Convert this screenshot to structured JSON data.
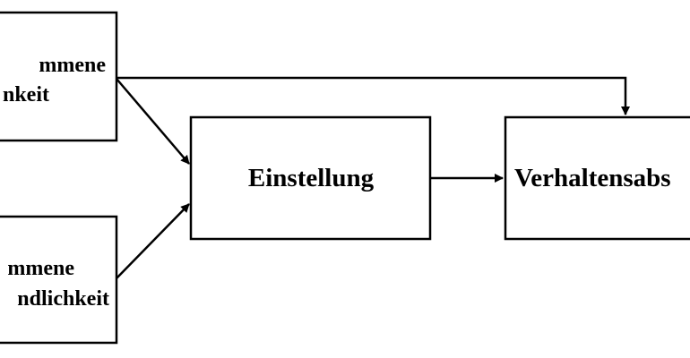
{
  "diagram": {
    "nodes": {
      "top_left": {
        "lines": [
          "mmene",
          "nkeit"
        ]
      },
      "bottom_left": {
        "lines": [
          "mmene",
          "ndlichkeit"
        ]
      },
      "center": {
        "label": "Einstellung"
      },
      "right": {
        "label": "Verhaltensabs"
      }
    },
    "edges": [
      {
        "from": "top_left",
        "to": "center"
      },
      {
        "from": "bottom_left",
        "to": "center"
      },
      {
        "from": "top_left",
        "to": "right"
      },
      {
        "from": "center",
        "to": "right"
      }
    ]
  },
  "colors": {
    "stroke": "#000000",
    "background": "#ffffff"
  }
}
